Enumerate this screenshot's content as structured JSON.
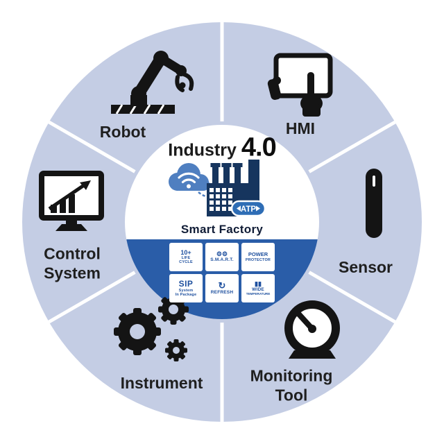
{
  "diagram": {
    "title_prefix": "Industry",
    "title_version": "4.0",
    "smart_factory": "Smart Factory",
    "atp": "ATP"
  },
  "segments": [
    {
      "label": "Robot",
      "icon": "robot-arm-icon"
    },
    {
      "label": "HMI",
      "icon": "tablet-hands-icon"
    },
    {
      "label": "Sensor",
      "icon": "probe-icon"
    },
    {
      "label": "Monitoring Tool",
      "icon": "gauge-icon"
    },
    {
      "label": "Instrument",
      "icon": "gears-icon"
    },
    {
      "label": "Control System",
      "icon": "monitor-chart-icon"
    }
  ],
  "badges": [
    {
      "name": "life-cycle",
      "lines": [
        "10+",
        "LIFE",
        "CYCLE"
      ]
    },
    {
      "name": "smart",
      "icon": "⚙⚙",
      "lines": [
        "S.M.A.R.T."
      ]
    },
    {
      "name": "power-protector",
      "lines": [
        "POWER",
        "PROTECTOR"
      ]
    },
    {
      "name": "sip",
      "lines": [
        "SIP",
        "System",
        "In Package"
      ]
    },
    {
      "name": "refresh",
      "icon": "↻",
      "lines": [
        "REFRESH"
      ]
    },
    {
      "name": "wide-temperature",
      "icon": "▮▮",
      "lines": [
        "WIDE",
        "TEMPERATURE"
      ]
    }
  ],
  "colors": {
    "ring": "#c4cde4",
    "band": "#2a5da8",
    "badge_text": "#1d4f9e",
    "icon_black": "#141414",
    "cloud_blue": "#4f7fc0",
    "factory_navy": "#16355e",
    "atp_blue": "#2e6db5"
  }
}
